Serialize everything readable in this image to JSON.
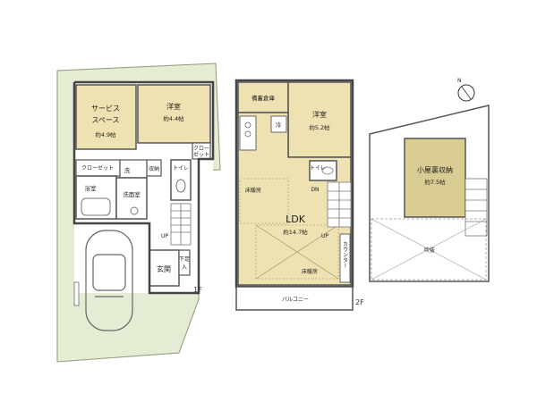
{
  "colors": {
    "room_fill": "#efe2b2",
    "attic_fill": "#d8cc93",
    "land_fill": "#e4edd3",
    "wall": "#555555",
    "floor": "#ffffff"
  },
  "floor1": {
    "tag": "1F",
    "service_space_line1": "サービス",
    "service_space_line2": "スペース",
    "service_space_size": "約4.9帖",
    "western1_name": "洋室",
    "western1_size": "約4.4帖",
    "closet_left": "クローゼット",
    "closet_right_line1": "クロー",
    "closet_right_line2": "ゼット",
    "storage_small": "収納",
    "wash": "洗",
    "toilet": "トイレ",
    "bath": "浴室",
    "washroom": "洗面室",
    "entrance": "玄関",
    "shoe_storage_line1": "下足",
    "shoe_storage_line2": "入",
    "up": "UP"
  },
  "floor2": {
    "tag": "2F",
    "stock_storage": "備蓄倉庫",
    "fridge": "冷",
    "western2_name": "洋室",
    "western2_size": "約5.2帖",
    "ldk_name": "LDK",
    "ldk_size": "約14.7帖",
    "floor_heating_1": "床暖房",
    "floor_heating_2": "床暖房",
    "toilet": "トイレ",
    "counter": "カウンター",
    "balcony": "バルコニー",
    "up": "UP",
    "dn": "DN"
  },
  "attic": {
    "name": "小屋裏収納",
    "size": "約7.5帖",
    "void": "吹抜"
  },
  "compass_label": "N"
}
